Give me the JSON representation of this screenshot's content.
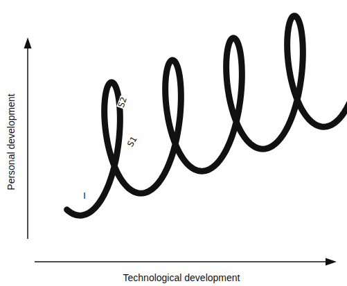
{
  "diagram": {
    "labels": [
      "Personal development",
      "Technological development",
      "S2",
      "S1",
      "I"
    ]
  }
}
